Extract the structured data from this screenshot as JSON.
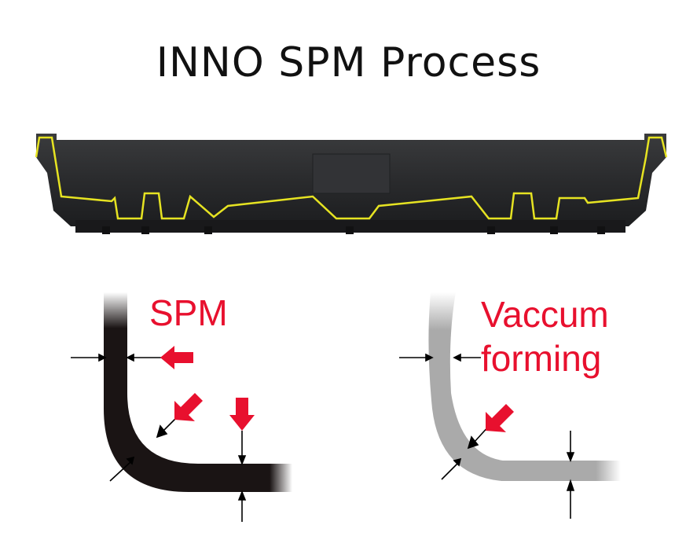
{
  "title": "INNO SPM Process",
  "labels": {
    "spm": "SPM",
    "vacuum_line1": "Vaccum",
    "vacuum_line2": "forming"
  },
  "colors": {
    "accent_red": "#e8102e",
    "tray_body": "#2b2c2e",
    "outline_yellow": "#e6e322"
  },
  "icons": [
    "arrow-left-icon",
    "arrow-down-icon",
    "arrow-diagonal-icon",
    "measure-arrow-icon"
  ]
}
